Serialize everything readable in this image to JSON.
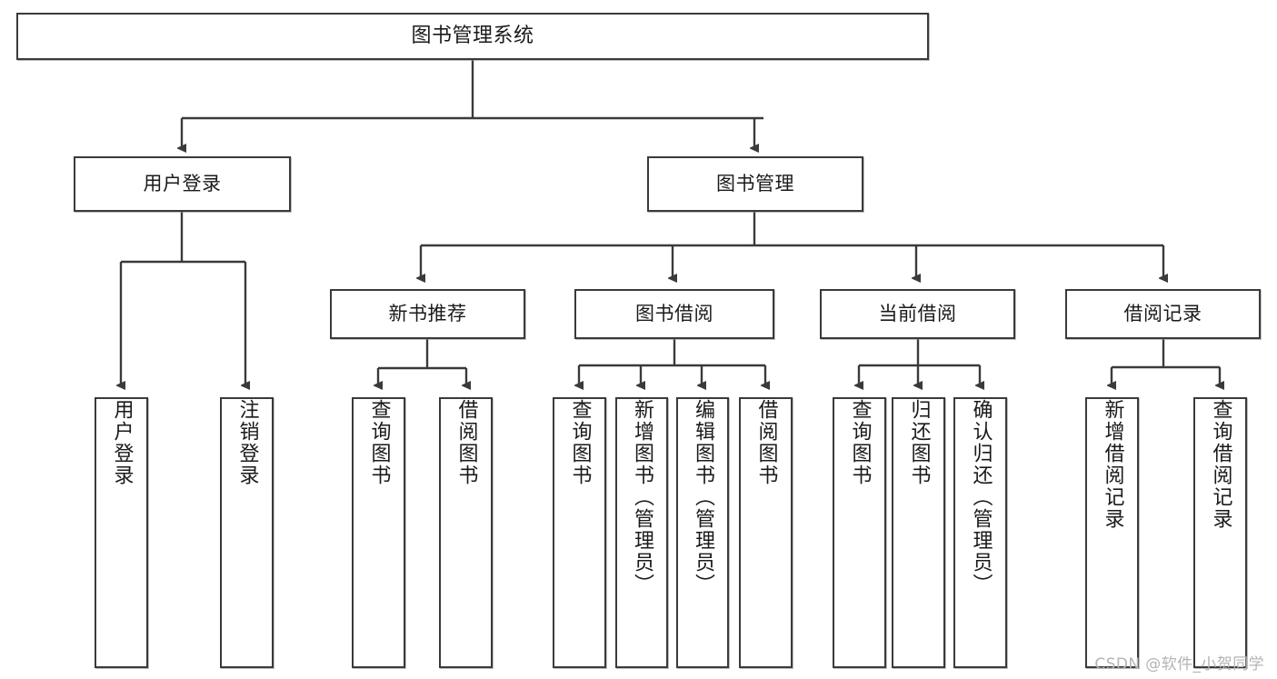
{
  "diagram": {
    "title": "图书管理系统",
    "type": "tree",
    "watermark": "CSDN @软件_小贺同学",
    "colors": {
      "box_border": "#3a3a3a",
      "box_fill": "#ffffff",
      "edge": "#3a3a3a",
      "watermark": "#b4b4b4"
    },
    "nodes": {
      "root": {
        "label": "图书管理系统"
      },
      "level2": [
        {
          "label": "用户登录"
        },
        {
          "label": "图书管理"
        }
      ],
      "level3": [
        {
          "label": "新书推荐"
        },
        {
          "label": "图书借阅"
        },
        {
          "label": "当前借阅"
        },
        {
          "label": "借阅记录"
        }
      ],
      "leaves": {
        "user_login": [
          {
            "label": "用户登录"
          },
          {
            "label": "注销登录"
          }
        ],
        "new_book": [
          {
            "label": "查询图书"
          },
          {
            "label": "借阅图书"
          }
        ],
        "book_borrow": [
          {
            "label": "查询图书"
          },
          {
            "label": "新增图书（管理员）"
          },
          {
            "label": "编辑图书（管理员）"
          },
          {
            "label": "借阅图书"
          }
        ],
        "current_borrow": [
          {
            "label": "查询图书"
          },
          {
            "label": "归还图书"
          },
          {
            "label": "确认归还（管理员）"
          }
        ],
        "borrow_record": [
          {
            "label": "新增借阅记录"
          },
          {
            "label": "查询借阅记录"
          }
        ]
      }
    }
  }
}
